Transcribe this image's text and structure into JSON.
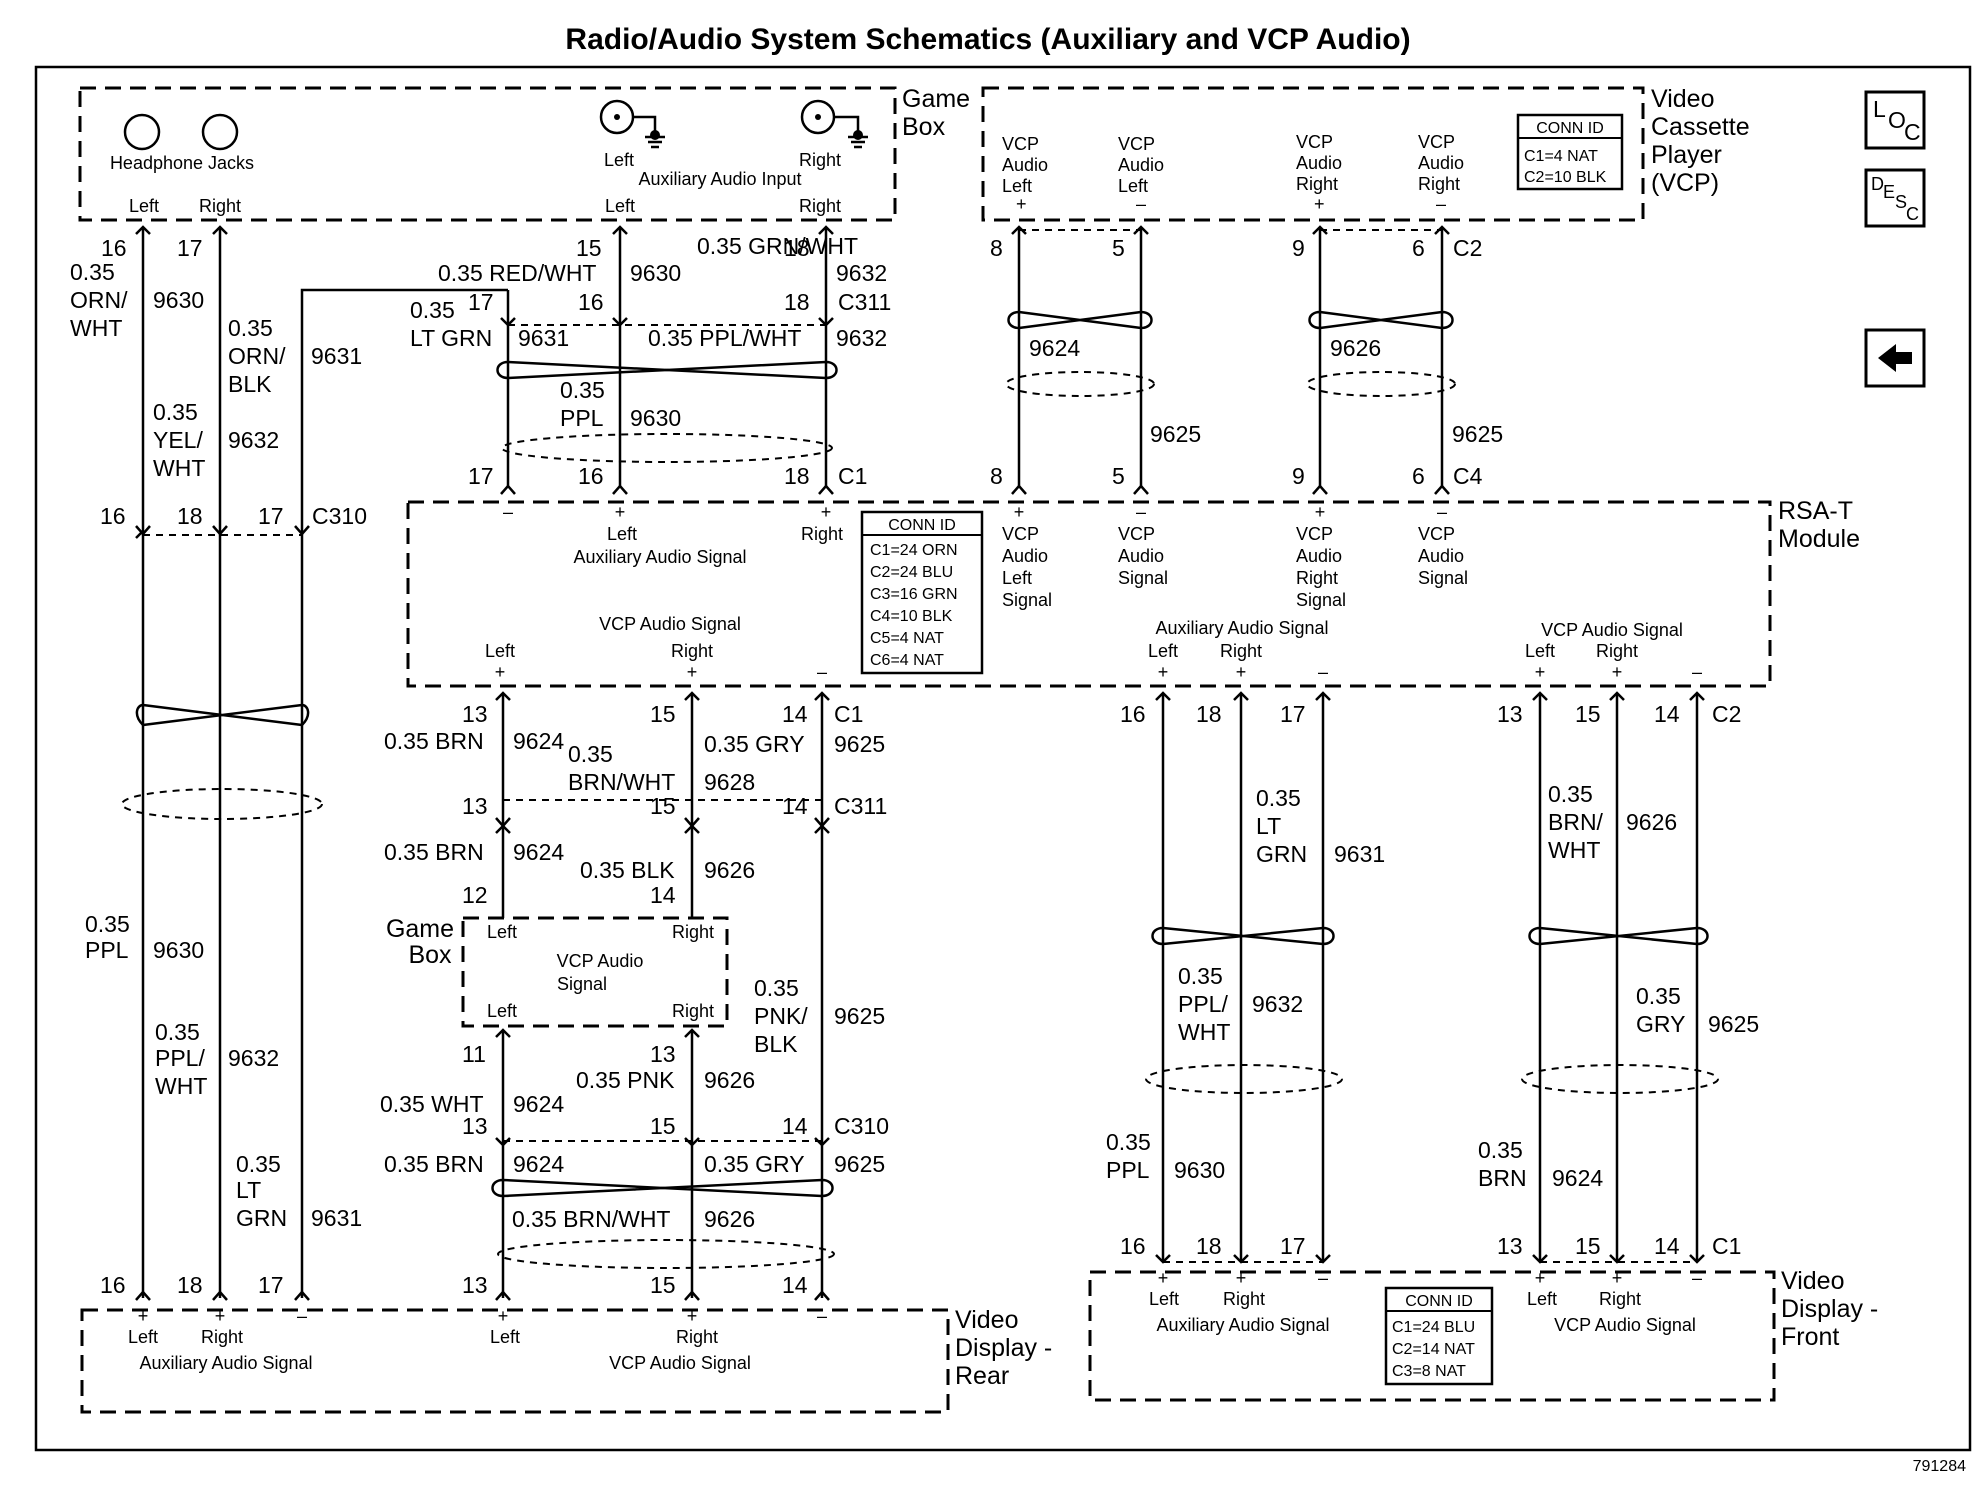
{
  "title": "Radio/Audio System Schematics (Auxiliary and VCP Audio)",
  "figure_id": "791284",
  "nav": {
    "loc": "LOC",
    "desc": "DESC",
    "back_icon": "left-arrow-icon"
  },
  "game_box_top": {
    "label_1": "Game",
    "label_2": "Box",
    "headphone_jacks": "Headphone Jacks",
    "aux_input": "Auxiliary Audio Input",
    "left": "Left",
    "right": "Right"
  },
  "vcp": {
    "label_1": "Video",
    "label_2": "Cassette",
    "label_3": "Player",
    "label_4": "(VCP)",
    "vcp": "VCP",
    "audio": "Audio",
    "left": "Left",
    "right": "Right",
    "plus": "+",
    "minus": "–",
    "conn_title": "CONN ID",
    "conn": [
      "C1=4 NAT",
      "C2=10 BLK"
    ]
  },
  "rsa": {
    "label_1": "RSA-T",
    "label_2": "Module",
    "aux_signal": "Auxiliary Audio Signal",
    "vcp_signal": "VCP Audio Signal",
    "left": "Left",
    "right": "Right",
    "vcp": "VCP",
    "audio": "Audio",
    "signal": "Signal",
    "conn_title": "CONN ID",
    "conn": [
      "C1=24 ORN",
      "C2=24 BLU",
      "C3=16 GRN",
      "C4=10 BLK",
      "C5=4 NAT",
      "C6=4 NAT"
    ]
  },
  "game_box_mid": {
    "label_1": "Game",
    "label_2": "Box",
    "signal_1": "VCP Audio",
    "signal_2": "Signal",
    "left": "Left",
    "right": "Right"
  },
  "rear": {
    "label_1": "Video",
    "label_2": "Display -",
    "label_3": "Rear",
    "aux_signal": "Auxiliary Audio Signal",
    "vcp_signal": "VCP Audio Signal",
    "left": "Left",
    "right": "Right"
  },
  "front": {
    "label_1": "Video",
    "label_2": "Display -",
    "label_3": "Front",
    "aux_signal": "Auxiliary Audio Signal",
    "vcp_signal": "VCP Audio Signal",
    "left": "Left",
    "right": "Right",
    "conn_title": "CONN ID",
    "conn": [
      "C1=24 BLU",
      "C2=14 NAT",
      "C3=8 NAT"
    ]
  },
  "connectors": {
    "c1": "C1",
    "c2": "C2",
    "c4": "C4",
    "c310": "C310",
    "c311": "C311"
  },
  "pins": {
    "p5": "5",
    "p6": "6",
    "p8": "8",
    "p9": "9",
    "p11": "11",
    "p12": "12",
    "p13": "13",
    "p14": "14",
    "p15": "15",
    "p16": "16",
    "p17": "17",
    "p18": "18"
  },
  "circuits": {
    "c9624": "9624",
    "c9625": "9625",
    "c9626": "9626",
    "c9628": "9628",
    "c9630": "9630",
    "c9631": "9631",
    "c9632": "9632"
  },
  "wires": {
    "gauge": "0.35",
    "orn_wht_1": "ORN/",
    "orn_wht_2": "WHT",
    "orn_blk_1": "ORN/",
    "orn_blk_2": "BLK",
    "yel_wht_1": "YEL/",
    "yel_wht_2": "WHT",
    "red_wht": "0.35 RED/WHT",
    "grn_wht": "0.35 GRN/WHT",
    "lt": "LT",
    "grn": "GRN",
    "lt_grn": "LT GRN",
    "ppl_wht": "0.35 PPL/WHT",
    "ppl": "PPL",
    "ppl_wht_1": "PPL/",
    "ppl_wht_2": "WHT",
    "brn": "0.35 BRN",
    "brn_only": "BRN",
    "brn_wht": "BRN/WHT",
    "brn_wht_full": "0.35 BRN/WHT",
    "brn_wht_1": "BRN/",
    "brn_wht_2": "WHT",
    "gry": "0.35 GRY",
    "gry_only": "GRY",
    "blk": "0.35 BLK",
    "pnk_blk_1": "PNK/",
    "pnk_blk_2": "BLK",
    "pnk": "0.35 PNK",
    "wht": "0.35 WHT"
  }
}
